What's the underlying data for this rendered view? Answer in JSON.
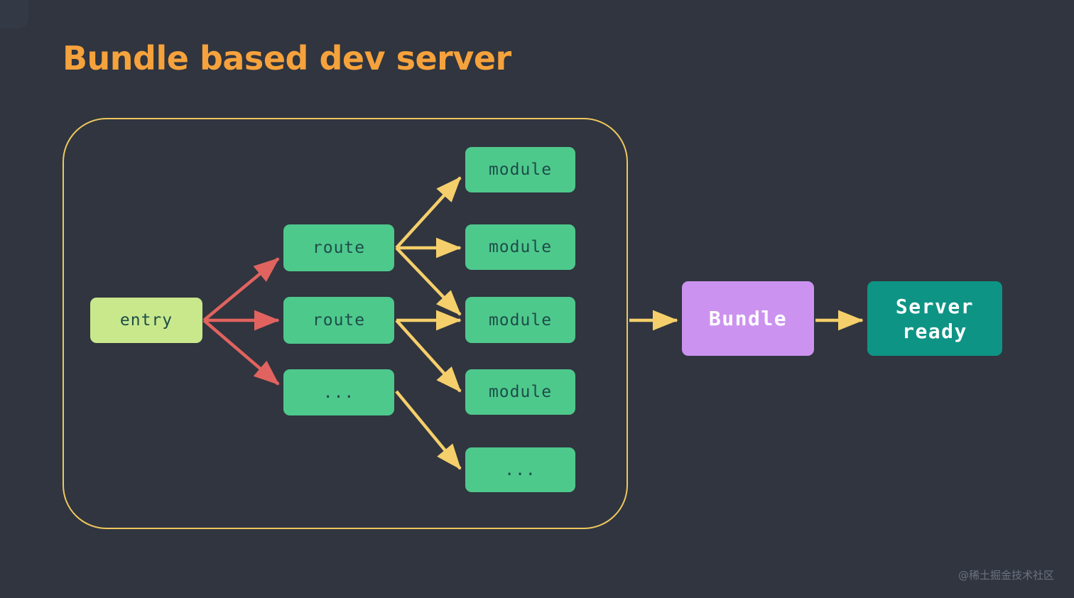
{
  "slide": {
    "title": "Bundle based dev server",
    "background_color": "#30353f",
    "title_color": "#f6a23c",
    "watermark": "@稀土掘金技术社区"
  },
  "diagram": {
    "frame": {
      "label": "bundle-graph-group",
      "border_color": "#efc75e"
    },
    "colors": {
      "entry": "#c9e88c",
      "node": "#4ec98c",
      "bundle": "#cb93ef",
      "server": "#0e9485",
      "arrow_red": "#e1635f",
      "arrow_yellow": "#f5cf6b",
      "node_text": "#1d4d4a",
      "light_text": "#ffffff"
    },
    "nodes": {
      "entry": "entry",
      "route_1": "route",
      "route_2": "route",
      "route_3": "...",
      "module_1": "module",
      "module_2": "module",
      "module_3": "module",
      "module_4": "module",
      "module_5": "...",
      "bundle": "Bundle",
      "server_line_1": "Server",
      "server_line_2": "ready"
    },
    "edges": [
      {
        "from": "entry",
        "to": "route_1",
        "color": "#e1635f"
      },
      {
        "from": "entry",
        "to": "route_2",
        "color": "#e1635f"
      },
      {
        "from": "entry",
        "to": "route_3",
        "color": "#e1635f"
      },
      {
        "from": "route_1",
        "to": "module_1",
        "color": "#f5cf6b"
      },
      {
        "from": "route_1",
        "to": "module_2",
        "color": "#f5cf6b"
      },
      {
        "from": "route_1",
        "to": "module_3",
        "color": "#f5cf6b"
      },
      {
        "from": "route_2",
        "to": "module_3",
        "color": "#f5cf6b"
      },
      {
        "from": "route_2",
        "to": "module_4",
        "color": "#f5cf6b"
      },
      {
        "from": "route_3",
        "to": "module_5",
        "color": "#f5cf6b"
      },
      {
        "from": "bundle-graph-group",
        "to": "bundle",
        "color": "#f5cf6b"
      },
      {
        "from": "bundle",
        "to": "server",
        "color": "#f5cf6b"
      }
    ]
  }
}
